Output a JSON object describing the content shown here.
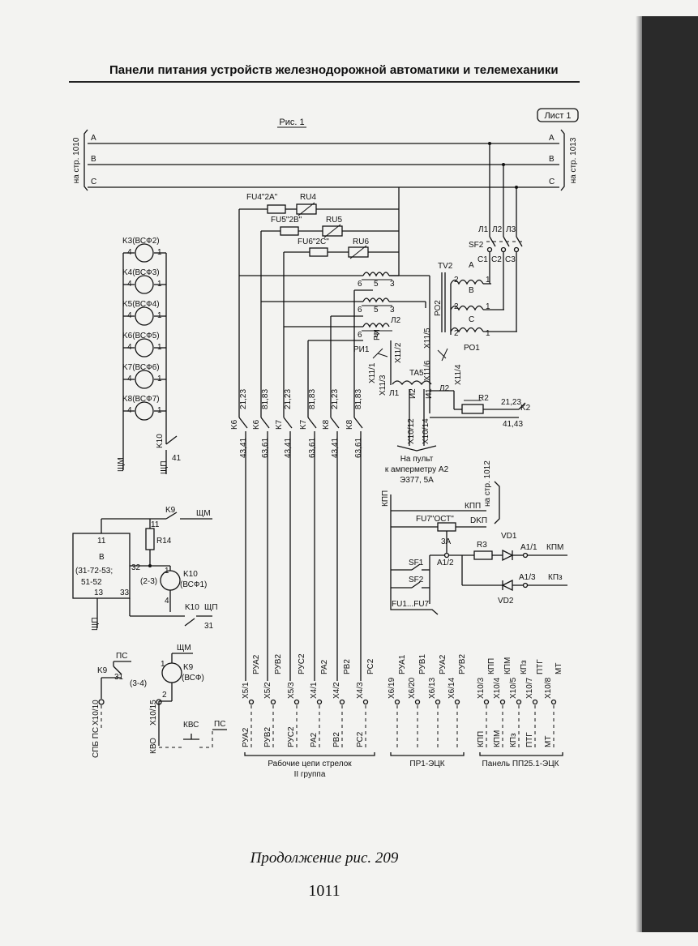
{
  "header": {
    "title": "Панели питания устройств железнодорожной автоматики и телемеханики"
  },
  "figure": {
    "sheet": "Лист 1",
    "title": "Рис. 1"
  },
  "refs": {
    "left": "на стр. 1010",
    "right": "на стр. 1013",
    "kpp": "на стр. 1012"
  },
  "bus": {
    "a": "A",
    "b": "B",
    "c": "C"
  },
  "fuses": {
    "fu4": "FU4\"2A\"",
    "ru4": "RU4",
    "fu5": "FU5\"2B\"",
    "ru5": "RU5",
    "fu6": "FU6\"2C\"",
    "ru6": "RU6",
    "fu7": "FU7\"ОСТ\"",
    "fu_range": "FU1...FU7"
  },
  "switch_sf2": {
    "name": "SF2",
    "l1": "Л1",
    "l2": "Л2",
    "l3": "Л3",
    "c1": "C1",
    "c2": "C2",
    "c3": "C3"
  },
  "transformer": {
    "name": "TV2",
    "a": "A",
    "b": "B",
    "c": "C",
    "t6": "6",
    "t5": "5",
    "t3": "3",
    "t2": "2",
    "t1": "1",
    "l2": "Л2",
    "ri": "РИ",
    "ri1": "РИ1",
    "ro1": "РО1",
    "ro2": "РО2",
    "x11_1": "X11/1",
    "x11_2": "X11/2",
    "x11_3": "X11/3",
    "x11_4": "X11/4",
    "x11_5": "X11/5",
    "x11_6": "X11/6"
  },
  "current_tr": {
    "name": "TA5",
    "l1": "Л1",
    "l2": "Л2",
    "i1": "И1",
    "i2": "И2",
    "x10_12": "X10/12",
    "x10_14": "X10/14",
    "note1": "На пульт",
    "note2": "к амперметру А2",
    "note3": "Э377, 5А"
  },
  "r2": {
    "name": "R2",
    "k2": "K2",
    "c1": "21,23",
    "c2": "41,43"
  },
  "relays_left": [
    {
      "name": "K3(ВСФ2)",
      "p1": "4",
      "p2": "1"
    },
    {
      "name": "K4(ВСФ3)",
      "p1": "4",
      "p2": "1"
    },
    {
      "name": "K5(ВСФ4)",
      "p1": "4",
      "p2": "1"
    },
    {
      "name": "K6(ВСФ5)",
      "p1": "4",
      "p2": "1"
    },
    {
      "name": "K7(ВСФ6)",
      "p1": "4",
      "p2": "1"
    },
    {
      "name": "K8(ВСФ7)",
      "p1": "4",
      "p2": "1"
    }
  ],
  "relays_left_bus": {
    "shm": "ЩМ",
    "shp": "ЩП",
    "k10": "K10",
    "k10c": "41"
  },
  "contacts": [
    {
      "relay": "K6",
      "top": "21,23",
      "bottom": "43,41"
    },
    {
      "relay": "K6",
      "top": "81,83",
      "bottom": "63,61"
    },
    {
      "relay": "K7",
      "top": "21,23",
      "bottom": "43,41"
    },
    {
      "relay": "K7",
      "top": "81,83",
      "bottom": "63,61"
    },
    {
      "relay": "K8",
      "top": "21,23",
      "bottom": "43,41"
    },
    {
      "relay": "K8",
      "top": "81,83",
      "bottom": "63,61"
    }
  ],
  "block_b": {
    "name": "B",
    "desc1": "(31-72-53;",
    "desc2": "51-52",
    "p11": "11",
    "p32": "32",
    "p13": "13",
    "p33": "33",
    "r14": "R14",
    "r14p": "11",
    "k9": "K9",
    "shm": "ЩМ",
    "shp": "ЩП",
    "k10": "K10",
    "k10v": "(ВСФ1)",
    "k10n": "(2-3)",
    "k10p1": "1",
    "k10p4": "4",
    "k10b": "K10",
    "k10b_shp": "ЩП",
    "k10b_c": "31"
  },
  "block_k9": {
    "ps": "ПС",
    "k9": "K9",
    "k9c": "31",
    "n34": "(3-4)",
    "shm": "ЩМ",
    "coil": "K9",
    "coil_v": "(ВСФ)",
    "p1": "1",
    "p2": "2",
    "x10_10": "X10/10",
    "x10_15": "X10/15",
    "kvs": "КВС",
    "ps2": "ПС",
    "spb": "СПБ ПС",
    "kvo": "КВО"
  },
  "kpp_block": {
    "kpp": "КПП",
    "kpp2": "КПП",
    "dkp": "DKП",
    "a3": "3A",
    "a12": "A1/2",
    "r3": "R3",
    "vd1": "VD1",
    "vd2": "VD2",
    "a11": "A1/1",
    "a13": "A1/3",
    "kpm": "КПМ",
    "kpz": "КПз",
    "sf1": "SF1",
    "sf2": "SF2"
  },
  "bottom_group1": {
    "terms": [
      "X5/1",
      "X5/2",
      "X5/3",
      "X4/1",
      "X4/2",
      "X4/3"
    ],
    "upper": [
      "РУА2",
      "РУВ2",
      "РУС2",
      "РА2",
      "РВ2",
      "РС2"
    ],
    "lower": [
      "РУА2",
      "РУВ2",
      "РУС2",
      "РА2",
      "РВ2",
      "РС2"
    ],
    "label1": "Рабочие цепи стрелок",
    "label2": "II группа"
  },
  "bottom_group2": {
    "terms": [
      "X6/19",
      "X6/20",
      "X6/13",
      "X6/14"
    ],
    "upper": [
      "РУА1",
      "РУВ1",
      "РУА2",
      "РУВ2"
    ],
    "label": "ПР1-ЭЦК"
  },
  "bottom_group3": {
    "terms": [
      "X10/3",
      "X10/4",
      "X10/5",
      "X10/7",
      "X10/8"
    ],
    "upper": [
      "КПП",
      "КПМ",
      "КПз",
      "ПТГ",
      "МТ"
    ],
    "lower": [
      "КПП",
      "КПМ",
      "КПз",
      "ПТГ",
      "МТ"
    ],
    "label": "Панель ПП25.1-ЭЦК"
  },
  "caption": "Продолжение рис. 209",
  "page_number": "1011"
}
